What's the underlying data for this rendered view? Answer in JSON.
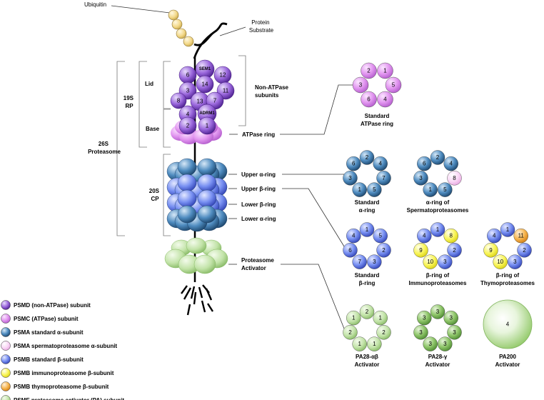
{
  "top": {
    "ubiquitin": "Ubiquitin",
    "protein_substrate": [
      "Protein",
      "Substrate"
    ]
  },
  "brackets": {
    "proteasome_26s": [
      "26S",
      "Proteasome"
    ],
    "rp_19s": [
      "19S",
      "RP"
    ],
    "lid": "Lid",
    "base": "Base",
    "cp_20s": [
      "20S",
      "CP"
    ]
  },
  "stack_labels": {
    "non_atpase": [
      "Non-ATPase",
      "subunits"
    ],
    "atpase_ring": "ATPase ring",
    "upper_alpha": "Upper α-ring",
    "upper_beta": "Upper β-ring",
    "lower_beta": "Lower β-ring",
    "lower_alpha": "Lower α-ring",
    "activator": [
      "Proteasome",
      "Activator"
    ]
  },
  "lid_subunits": [
    "SEM1",
    "6",
    "12",
    "14",
    "3",
    "11",
    "8",
    "13",
    "7",
    "4",
    "ADRM1",
    "2",
    "1"
  ],
  "rings": {
    "atpase": {
      "title": [
        "Standard",
        "ATPase ring"
      ],
      "numbers": [
        "2",
        "1",
        "3",
        "5",
        "6",
        "4"
      ]
    },
    "std_alpha": {
      "title": [
        "Standard",
        "α-ring"
      ],
      "numbers": [
        "6",
        "2",
        "4",
        "3",
        "7",
        "1",
        "5"
      ]
    },
    "sperm_alpha": {
      "title": [
        "α-ring of",
        "Spermatoproteasomes"
      ],
      "numbers": [
        "6",
        "2",
        "4",
        "3",
        "8",
        "1",
        "5"
      ]
    },
    "std_beta": {
      "title": [
        "Standard",
        "β-ring"
      ],
      "numbers": [
        "4",
        "1",
        "5",
        "6",
        "2",
        "7",
        "3"
      ]
    },
    "immuno_beta": {
      "title": [
        "β-ring of",
        "Immunoproteasomes"
      ],
      "numbers": [
        "4",
        "1",
        "8",
        "9",
        "2",
        "10",
        "3"
      ]
    },
    "thymo_beta": {
      "title": [
        "β-ring of",
        "Thymoproteasomes"
      ],
      "numbers": [
        "4",
        "1",
        "11",
        "9",
        "2",
        "10",
        "3"
      ]
    },
    "pa28ab": {
      "title": [
        "PA28-αβ",
        "Activator"
      ],
      "numbers": [
        "1",
        "2",
        "1",
        "2",
        "2",
        "1",
        "1"
      ]
    },
    "pa28g": {
      "title": [
        "PA28-γ",
        "Activator"
      ],
      "numbers": [
        "3",
        "3",
        "3",
        "3",
        "3",
        "3",
        "3"
      ]
    },
    "pa200": {
      "title": [
        "PA200",
        "Activator"
      ],
      "numbers": [
        "4"
      ]
    }
  },
  "legend": [
    {
      "label": "PSMD (non-ATPase) subunit",
      "color": "#8a55d0"
    },
    {
      "label": "PSMC (ATPase) subunit",
      "color": "#dd88ee"
    },
    {
      "label": "PSMA standard α-subunit",
      "color": "#4a85b8"
    },
    {
      "label": "PSMA spermatoproteasome α-subunit",
      "color": "#f7c8f2"
    },
    {
      "label": "PSMB standard β-subunit",
      "color": "#6e86f0"
    },
    {
      "label": "PSMB immunoproteasome β-subunit",
      "color": "#f6f24a"
    },
    {
      "label": "PSMB thymoproteasome β-subunit",
      "color": "#f2a83c"
    },
    {
      "label": "PSME proteasome activator (PA) subunit",
      "color": "#b6dc98"
    }
  ],
  "colors": {
    "psmd": "#8a55d0",
    "psmc": "#dd88ee",
    "psma": "#4a85b8",
    "psma_sperm": "#f7c8f2",
    "psmb": "#6e86f0",
    "psmb_immuno": "#f6f24a",
    "psmb_thymo": "#f2a83c",
    "psme": "#b6dc98",
    "psme_gamma": "#8fc66a",
    "ubiquitin": "#f3d98a"
  }
}
